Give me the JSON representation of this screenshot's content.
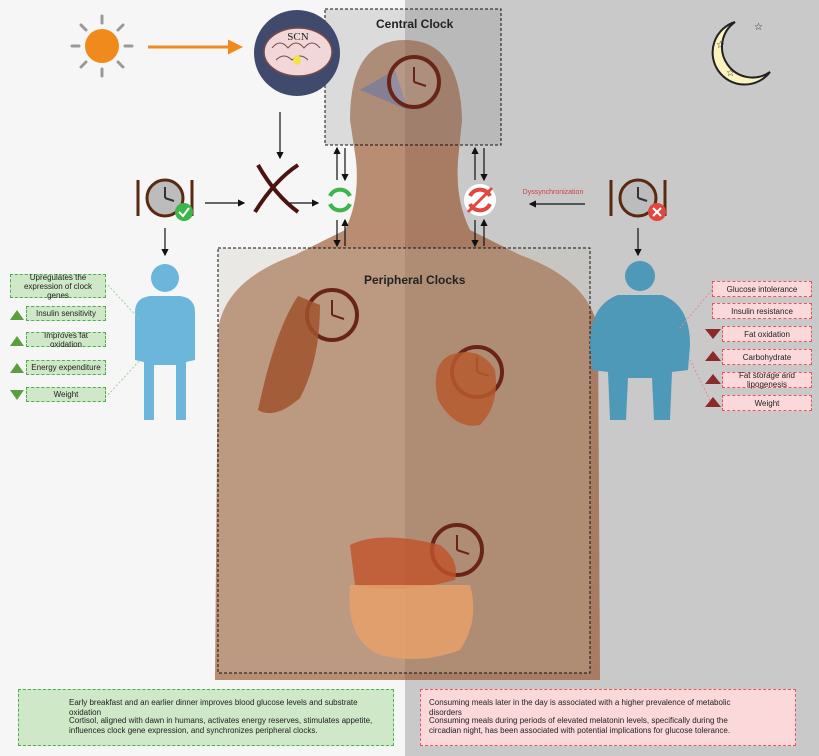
{
  "labels": {
    "scn": "SCN",
    "central_clock": "Central Clock",
    "peripheral_clocks": "Peripheral Clocks",
    "dysynchronization": "Dyssynchronization"
  },
  "left_effects": [
    {
      "text": "Upregulates the expression of clock genes",
      "arrow": "none"
    },
    {
      "text": "Insulin sensitivity",
      "arrow": "up"
    },
    {
      "text": "Improves fat oxidation",
      "arrow": "up"
    },
    {
      "text": "Energy expenditure",
      "arrow": "up"
    },
    {
      "text": "Weight",
      "arrow": "down"
    }
  ],
  "right_effects": [
    {
      "text": "Glucose intolerance",
      "arrow": "none"
    },
    {
      "text": "Insulin resistance",
      "arrow": "none"
    },
    {
      "text": "Fat oxidation",
      "arrow": "down"
    },
    {
      "text": "Carbohydrate",
      "arrow": "up"
    },
    {
      "text": "Fat storage and lipogenesis",
      "arrow": "up"
    },
    {
      "text": "Weight",
      "arrow": "up"
    }
  ],
  "notes": {
    "green_1": "Early breakfast and an earlier dinner improves blood glucose levels and substrate oxidation",
    "green_2": "Cortisol, aligned with dawn in humans, activates energy reserves, stimulates appetite, influences clock gene expression, and synchronizes peripheral clocks.",
    "red_1": "Consuming meals later in the day is associated with a higher prevalence of metabolic disorders",
    "red_2": "Consuming meals during periods of elevated melatonin levels, specifically during the circadian night, has been associated with potential implications for glucose tolerance."
  },
  "colors": {
    "green": "#4caf50",
    "red": "#e05a5e",
    "sun": "#f08a1c",
    "moon": "#fbf3c0",
    "body": "#b5876a",
    "person": "#6cb6dc",
    "person_obese": "#4e98b8",
    "clock_ring": "#6a2417"
  }
}
